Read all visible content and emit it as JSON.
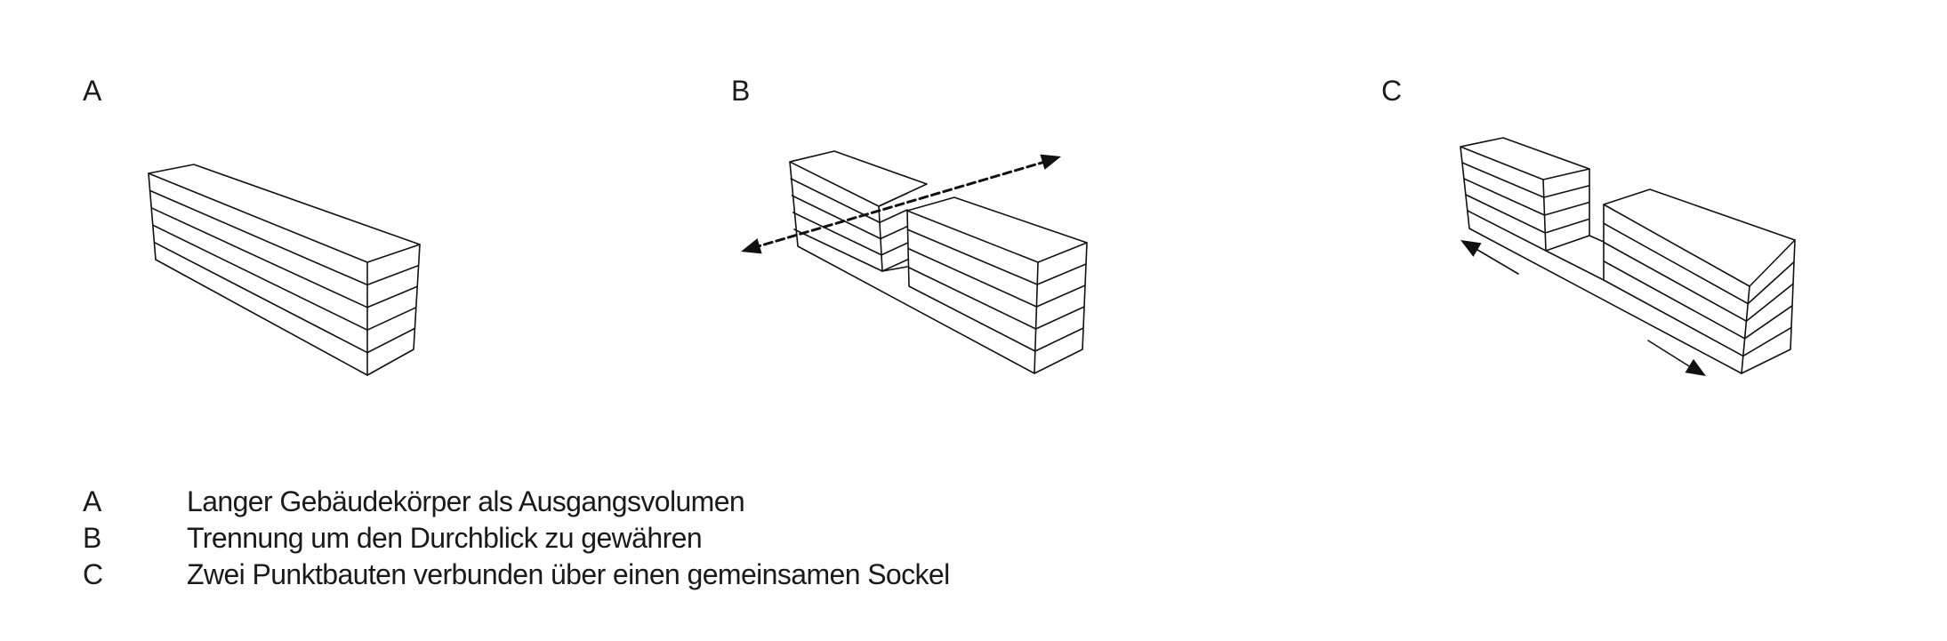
{
  "panels": [
    {
      "label": "A"
    },
    {
      "label": "B"
    },
    {
      "label": "C"
    }
  ],
  "legend": [
    {
      "key": "A",
      "text": "Langer Gebäudekörper als Ausgangsvolumen"
    },
    {
      "key": "B",
      "text": "Trennung um den Durchblick zu gewähren"
    },
    {
      "key": "C",
      "text": "Zwei Punktbauten verbunden über einen gemeinsamen Sockel"
    }
  ],
  "colors": {
    "line": "#111111",
    "background": "#ffffff"
  }
}
